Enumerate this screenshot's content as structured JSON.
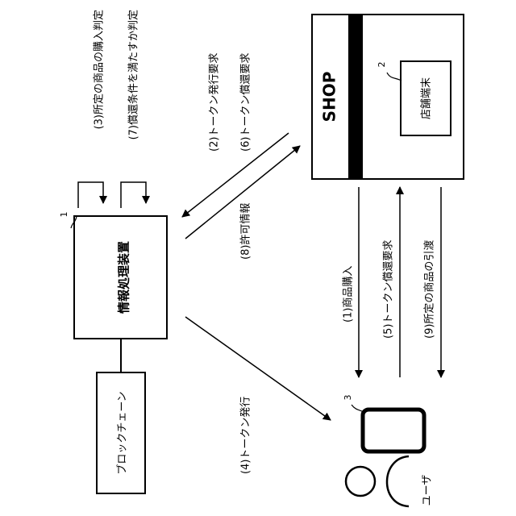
{
  "nodes": {
    "info_device": "情報処理装置",
    "blockchain": "ブロックチェーン",
    "shop": "SHOP",
    "store_terminal": "店舗端末",
    "user": "ユーザ"
  },
  "refs": {
    "info_device": "1",
    "store_terminal": "2",
    "user_device": "3"
  },
  "steps": {
    "s1": "(1)商品購入",
    "s2": "(2)トークン発行要求",
    "s3": "(3)所定の商品の購入判定",
    "s4": "(4)トークン発行",
    "s5": "(5)トークン償還要求",
    "s6": "(6)トークン償還要求",
    "s7": "(7)償還条件を満たすか判定",
    "s8": "(8)許可情報",
    "s9": "(9)所定の商品の引渡"
  }
}
